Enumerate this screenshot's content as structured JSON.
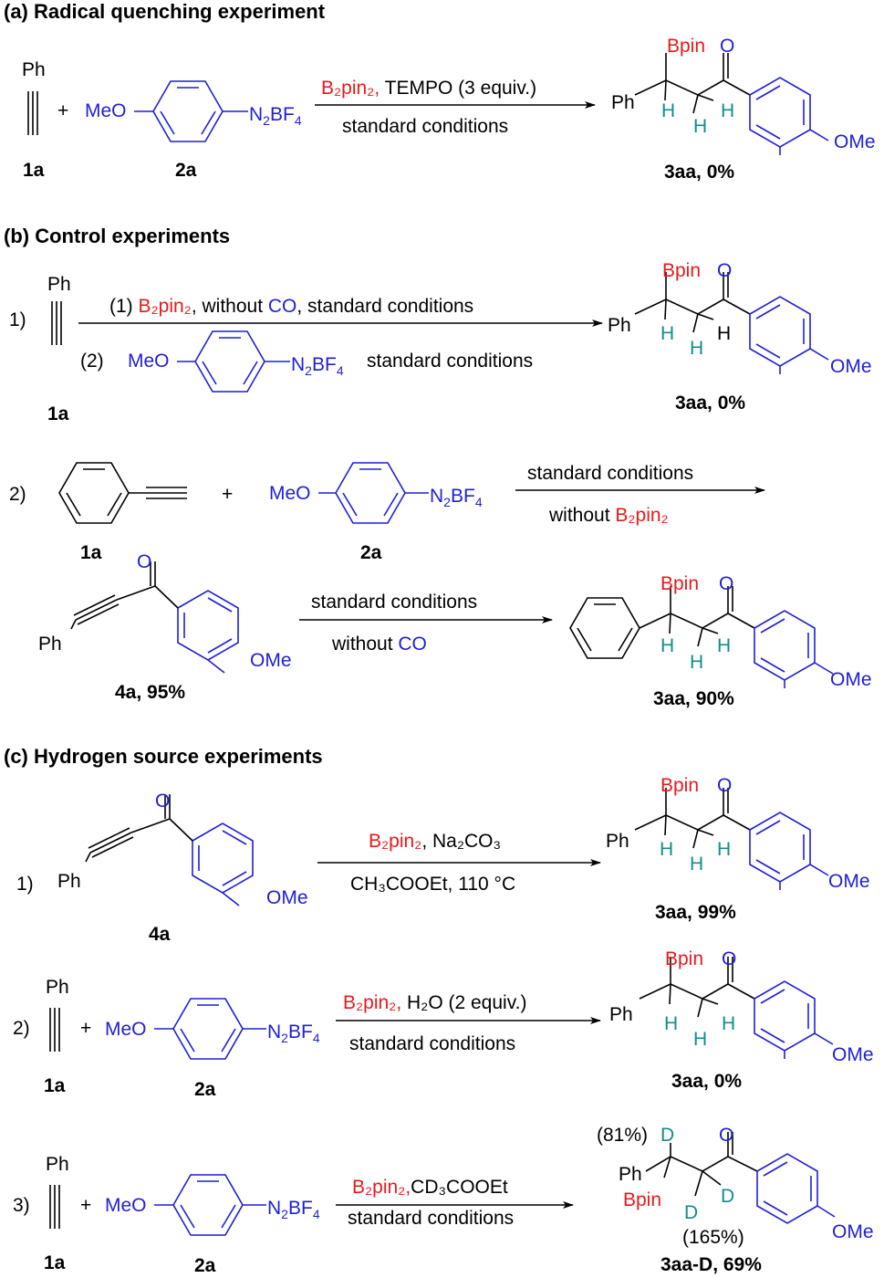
{
  "sections": {
    "a": {
      "title": "(a) Radical quenching experiment"
    },
    "b": {
      "title": "(b) Control experiments"
    },
    "c": {
      "title": "(c) Hydrogen source experiments"
    }
  },
  "atoms": {
    "ph": "Ph",
    "bpin": "Bpin",
    "o": "O",
    "h": "H",
    "d": "D",
    "ome": "OMe",
    "meo": "MeO",
    "plus": "+"
  },
  "reactions": {
    "a": {
      "reagent_red": "B₂pin₂,",
      "reagent_black": " TEMPO (3 equiv.)",
      "conditions": "standard conditions",
      "label_1a": "1a",
      "label_2a": "2a",
      "product_label": "3aa, 0%"
    },
    "b1": {
      "index": "1)",
      "step1_prefix": "(1) ",
      "step1_red": "B₂pin₂",
      "step1_mid": ", without ",
      "step1_blue": "CO",
      "step1_tail": ", standard conditions",
      "step2_prefix": "(2)",
      "step2_tail": "standard conditions",
      "label_1a": "1a",
      "product_label": "3aa, 0%"
    },
    "b2": {
      "index": "2)",
      "conditions_top": "standard conditions",
      "conditions_bottom_black": "without ",
      "conditions_bottom_red": "B₂pin₂",
      "label_1a": "1a",
      "label_2a": "2a",
      "intermediate_label": "4a, 95%",
      "step2_top": "standard conditions",
      "step2_bottom_black": "without ",
      "step2_bottom_blue": "CO",
      "product_label": "3aa, 90%"
    },
    "c1": {
      "index": "1)",
      "reagent_red": "B₂pin₂",
      "reagent_black": ", Na₂CO₃",
      "conditions": "CH₃COOEt, 110 °C",
      "label_4a": "4a",
      "product_label": "3aa, 99%"
    },
    "c2": {
      "index": "2)",
      "reagent_red": "B₂pin₂,",
      "reagent_black": " H₂O (2 equiv.)",
      "conditions": "standard conditions",
      "label_1a": "1a",
      "label_2a": "2a",
      "product_label": "3aa, 0%"
    },
    "c3": {
      "index": "3)",
      "reagent_red": "B₂pin₂,",
      "reagent_black": "CD₃COOEt",
      "conditions": "standard conditions",
      "label_1a": "1a",
      "label_2a": "2a",
      "d_pct_top": "(81%)",
      "d_pct_bottom": "(165%)",
      "product_label": "3aa-D, 69%"
    }
  },
  "colors": {
    "black": "#000000",
    "red": "#e8191b",
    "blue": "#1f1fd6",
    "teal": "#138c8c"
  }
}
